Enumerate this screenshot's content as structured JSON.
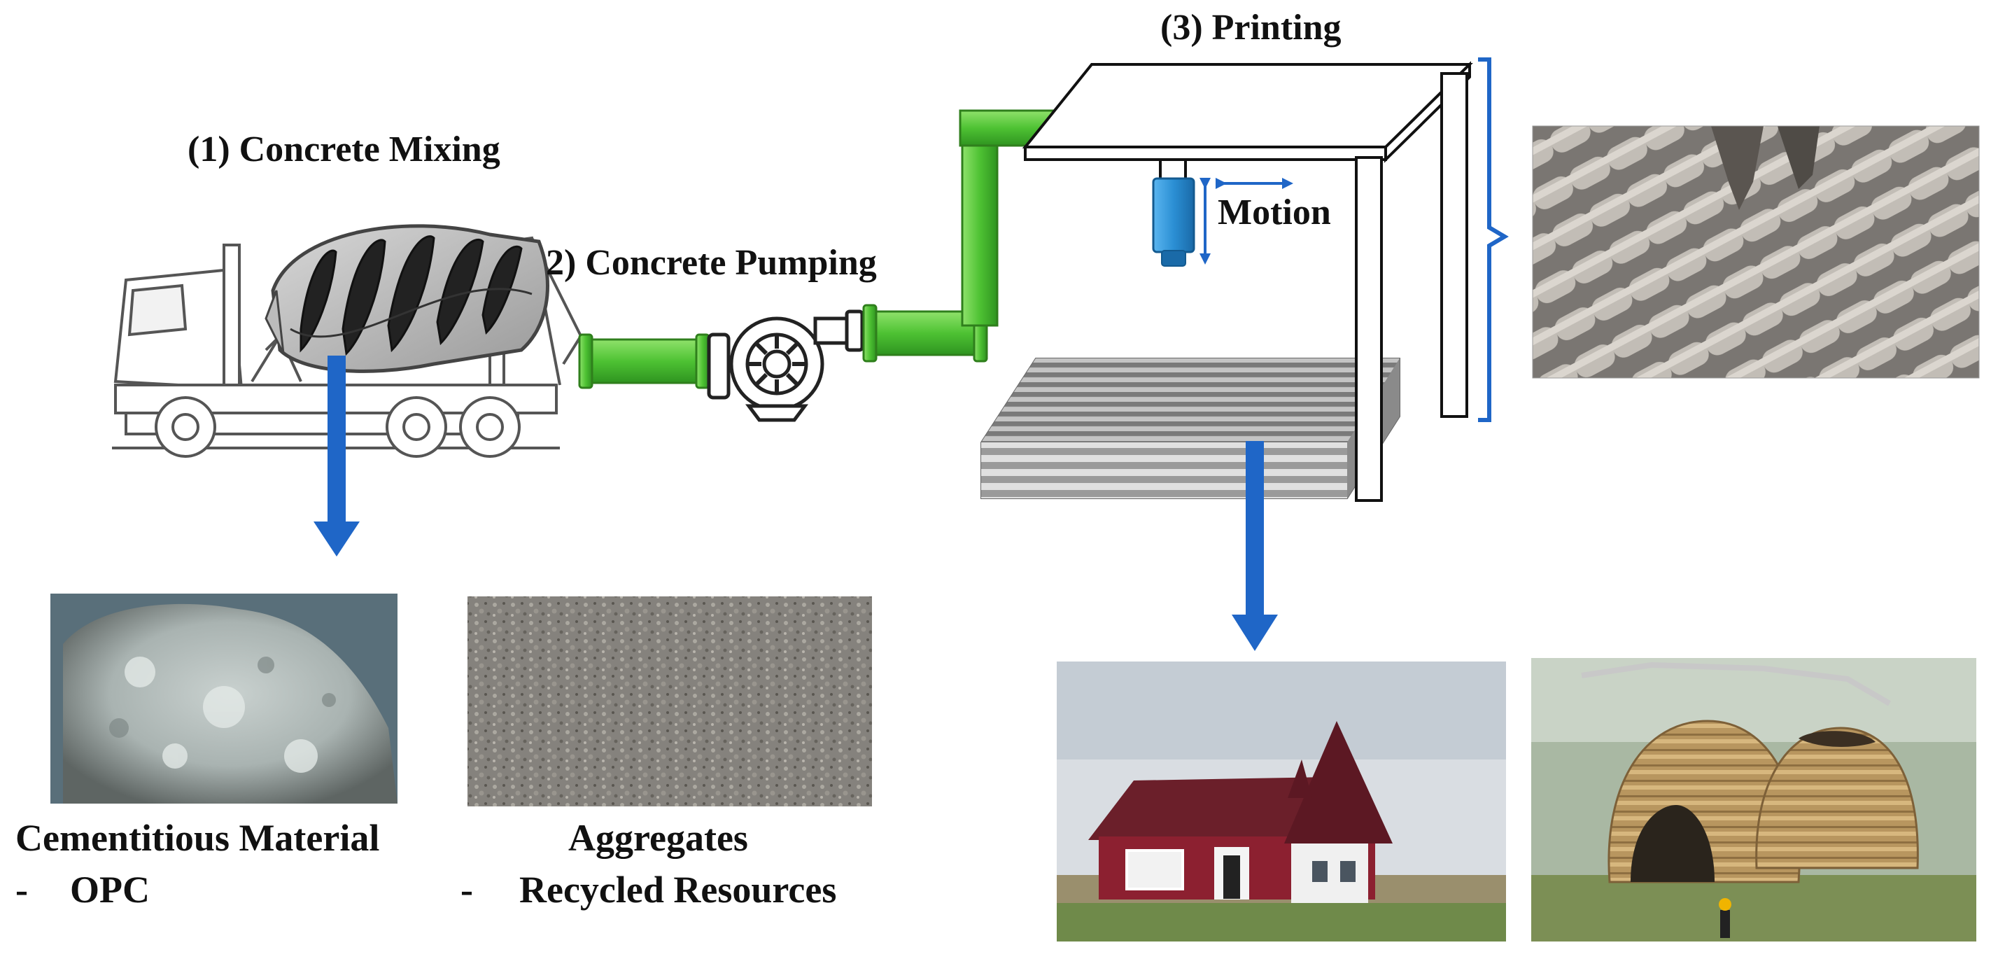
{
  "steps": {
    "mixing": "(1) Concrete Mixing",
    "pumping": "2) Concrete Pumping",
    "printing": "(3) Printing"
  },
  "motion_label": "Motion",
  "materials": {
    "cementitious_title": "Cementitious Material",
    "cementitious_item": "OPC",
    "aggregates_title": "Aggregates",
    "aggregates_item": "Recycled Resources",
    "bullet": "-"
  },
  "colors": {
    "arrow_blue": "#1f66c7",
    "pipe_green": "#4ec233",
    "nozzle_blue": "#2b8fd4",
    "bracket_blue": "#1f66c7"
  },
  "icons": {
    "truck": "concrete-mixer-truck-icon",
    "pump": "pump-icon",
    "printer": "gantry-printer-icon"
  }
}
